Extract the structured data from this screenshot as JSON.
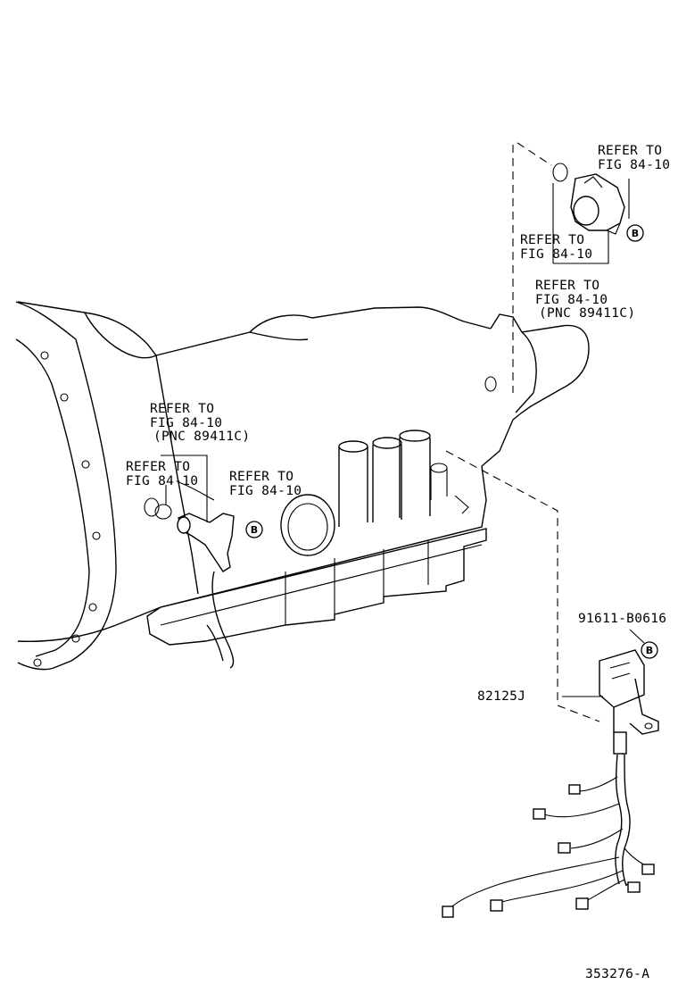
{
  "diagram": {
    "labels": {
      "refer_top_right": [
        "REFER TO",
        "FIG 84-10"
      ],
      "refer_mid_right": [
        "REFER TO",
        "FIG 84-10"
      ],
      "refer_pnc_right": [
        "REFER TO",
        "FIG 84-10",
        "(PNC 89411C)"
      ],
      "refer_pnc_left": [
        "REFER TO",
        "FIG 84-10",
        "(PNC 89411C)"
      ],
      "refer_left": [
        "REFER TO",
        "FIG 84-10"
      ],
      "refer_center": [
        "REFER TO",
        "FIG 84-10"
      ]
    },
    "markers": {
      "b_top": "B",
      "b_left": "B",
      "b_lower": "B"
    },
    "part_numbers": {
      "bolt": "91611-B0616",
      "harness": "82125J"
    },
    "figure_id": "353276-A"
  }
}
